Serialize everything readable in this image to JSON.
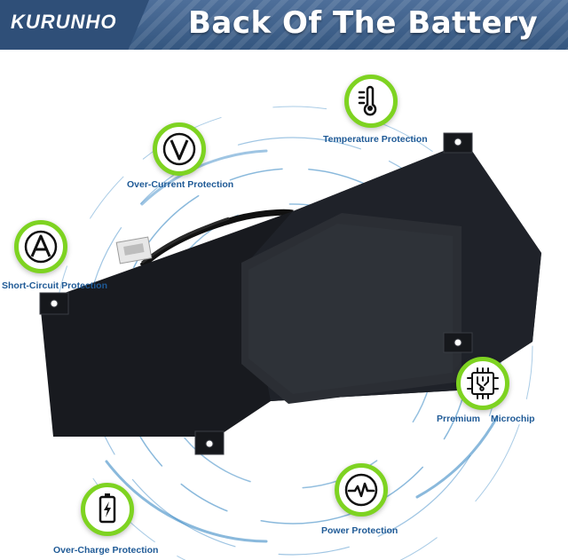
{
  "brand": {
    "logo": "KURUNHO"
  },
  "header": {
    "title": "Back Of The Battery"
  },
  "features": {
    "temperature": {
      "label": "Temperature Protection",
      "icon": "thermometer-icon"
    },
    "over_current": {
      "label": "Over-Current Protection",
      "icon": "voltage-v-icon"
    },
    "short_circuit": {
      "label": "Short-Circuit Protection",
      "icon": "ampere-a-icon"
    },
    "microchip": {
      "label_left": "Prremium",
      "label_right": "Microchip",
      "icon": "microchip-icon"
    },
    "power": {
      "label": "Power Protection",
      "icon": "power-wave-icon"
    },
    "over_charge": {
      "label": "Over-Charge Protection",
      "icon": "battery-charge-icon"
    }
  },
  "colors": {
    "banner": "#3f6089",
    "accent_green": "#7ed321",
    "label_blue": "#1f5a96",
    "arc_blue": "#2a7fc0"
  }
}
